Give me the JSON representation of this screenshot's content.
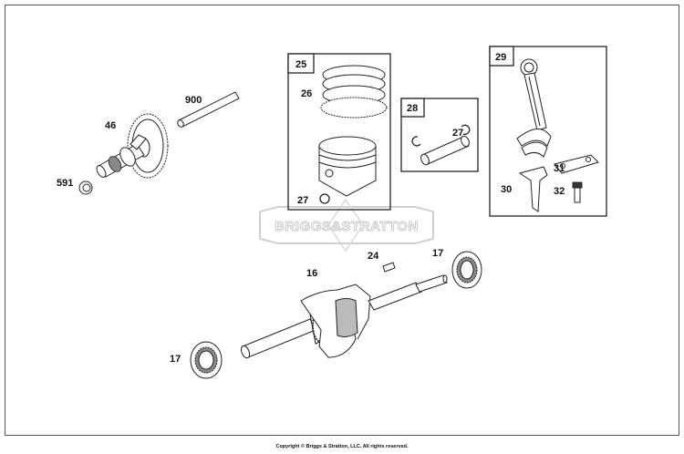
{
  "watermark": "BRIGGS&STRATTON",
  "copyright": "Copyright © Briggs & Stratton, LLC. All rights reserved.",
  "callouts": {
    "c900": "900",
    "c46": "46",
    "c591": "591",
    "c25": "25",
    "c26": "26",
    "c27a": "27",
    "c28": "28",
    "c27b": "27",
    "c29": "29",
    "c31": "31",
    "c30": "30",
    "c32": "32",
    "c24": "24",
    "c17a": "17",
    "c16": "16",
    "c17b": "17"
  }
}
